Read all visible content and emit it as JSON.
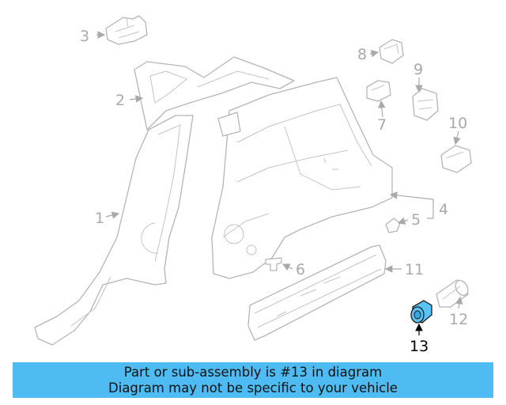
{
  "callouts": {
    "c1": "1",
    "c2": "2",
    "c3": "3",
    "c4": "4",
    "c5": "5",
    "c6": "6",
    "c7": "7",
    "c8": "8",
    "c9": "9",
    "c10": "10",
    "c11": "11",
    "c12": "12",
    "c13": "13"
  },
  "highlighted_part": "13",
  "highlight_color": "#59c3f7",
  "banner": {
    "line1": "Part or sub-assembly is #13 in diagram",
    "line2": "Diagram may not be specific to your vehicle",
    "background": "#4ebcf3"
  }
}
